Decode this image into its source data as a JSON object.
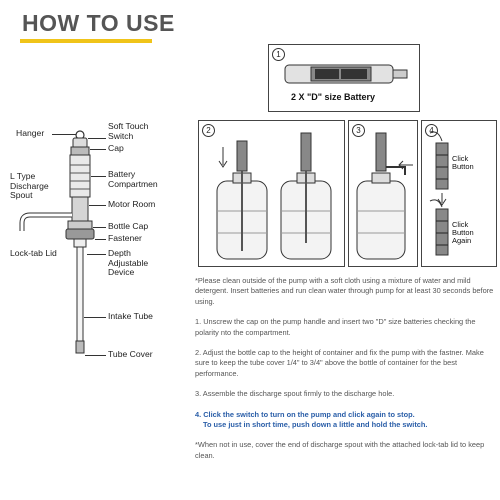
{
  "header": {
    "title": "HOW TO USE",
    "accent": "#f0c419"
  },
  "parts": {
    "hanger": "Hanger",
    "soft_touch_switch": "Soft Touch Switch",
    "cap": "Cap",
    "l_type_spout": "L Type Discharge Spout",
    "battery_compartment": "Battery Compartmen",
    "motor_room": "Motor Room",
    "bottle_cap": "Bottle Cap",
    "fastener": "Fastener",
    "lock_tab_lid": "Lock-tab Lid",
    "depth_adjustable": "Depth Adjustable Device",
    "intake_tube": "Intake Tube",
    "tube_cover": "Tube Cover"
  },
  "steps": {
    "step1_num": "1",
    "step1_caption": "2 X \"D\" size Battery",
    "step2_num": "2",
    "step3_num": "3",
    "step4_num": "4",
    "click_button": "Click Button",
    "click_button_again": "Click Button Again"
  },
  "instructions": {
    "intro": "*Please clean outside of the pump with a soft cloth using a mixture of water and mild detergent. Insert batteries and run clean water through pump for at least 30 seconds before using.",
    "item1": "1. Unscrew the cap on the pump handle and insert two \"D\" size batteries checking the polarity nto the compartment.",
    "item2": "2. Adjust the bottle cap to the height of container and fix the pump with the fastner. Make sure to keep the tube cover 1/4\" to 3/4\" above the bottle of container for the best performance.",
    "item3": "3. Assemble the discharge spout firmly to the discharge hole.",
    "item4_line1": "4. Click the switch to turn on the pump and click again to stop.",
    "item4_line2": "To use just in short time, push down a little and hold the switch.",
    "note": "*When not in use, cover the end of discharge spout with the attached lock-tab lid to keep clean.",
    "highlight_color": "#2a5ea8"
  }
}
